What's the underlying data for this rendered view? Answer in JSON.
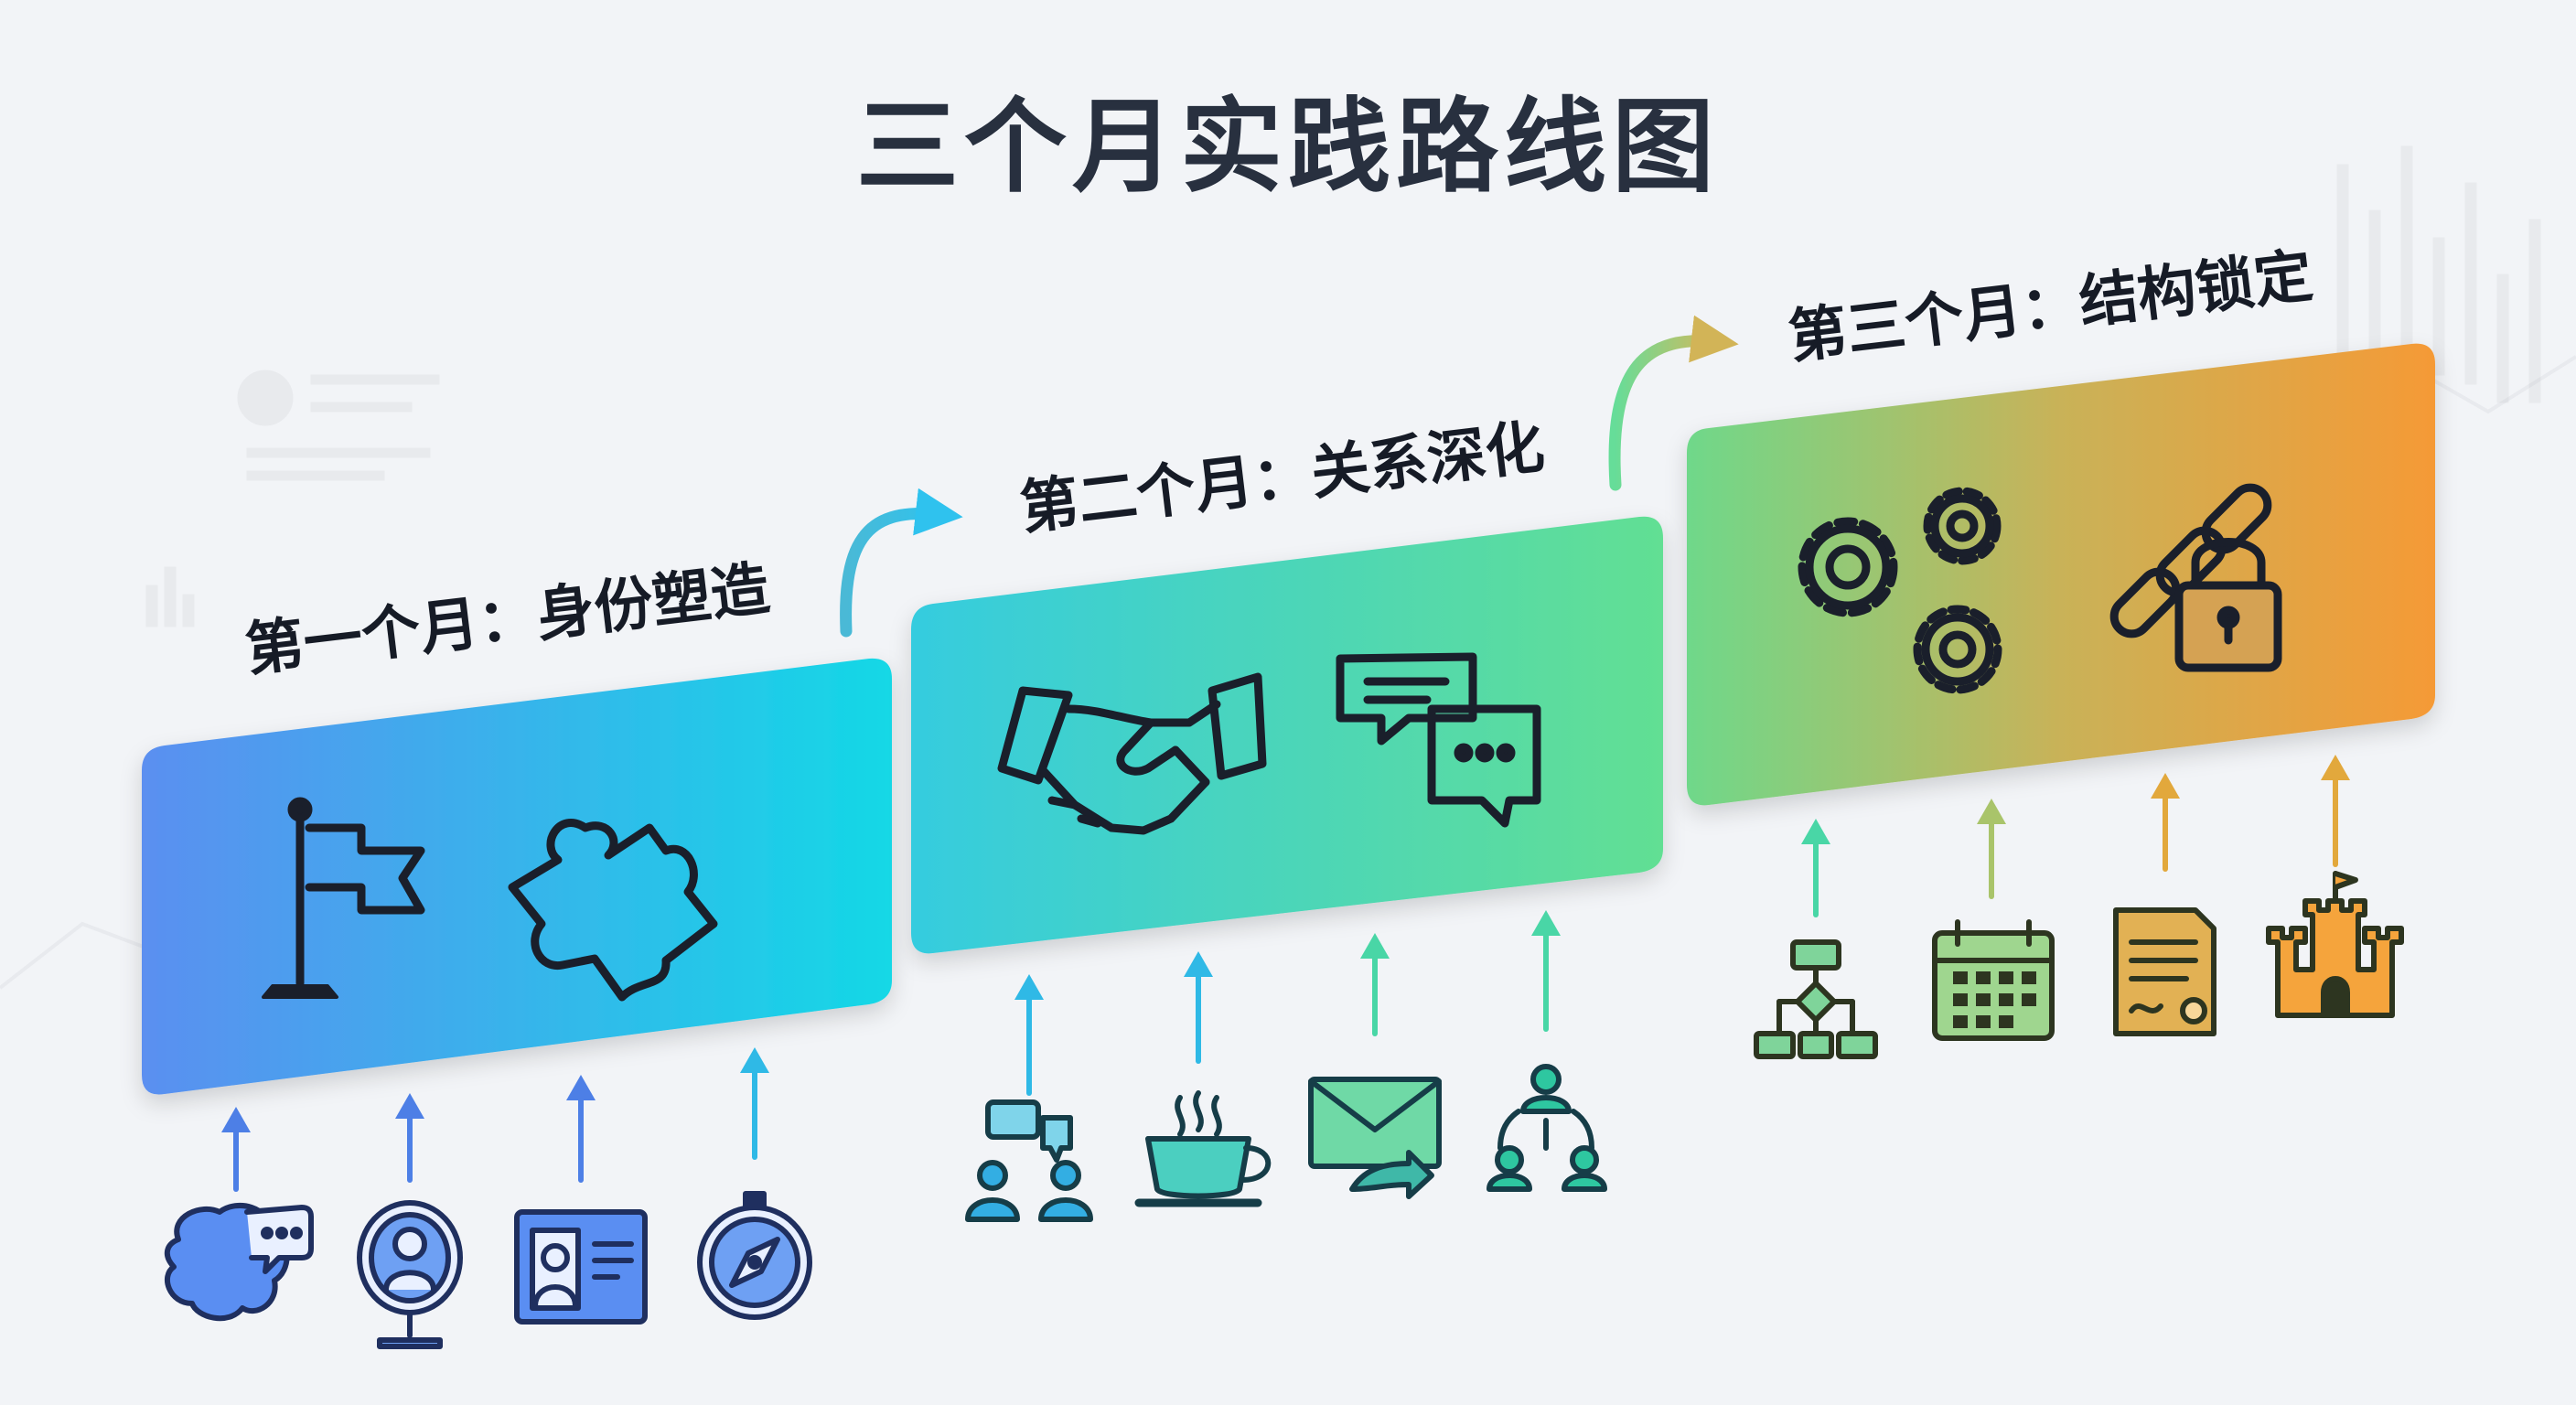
{
  "title": "三个月实践路线图",
  "stages": [
    {
      "label": "第一个月：身份塑造",
      "panel_icons": [
        "flag-icon",
        "puzzle-icon"
      ],
      "input_icons": [
        "brain-chat-icon",
        "mirror-icon",
        "id-card-icon",
        "compass-icon"
      ]
    },
    {
      "label": "第二个月：关系深化",
      "panel_icons": [
        "handshake-icon",
        "chat-bubbles-icon"
      ],
      "input_icons": [
        "group-chat-icon",
        "coffee-cup-icon",
        "email-forward-icon",
        "network-people-icon"
      ]
    },
    {
      "label": "第三个月：结构锁定",
      "panel_icons": [
        "gears-icon",
        "chain-lock-icon"
      ],
      "input_icons": [
        "flowchart-icon",
        "calendar-icon",
        "certificate-icon",
        "castle-icon"
      ]
    }
  ],
  "colors": {
    "stage1_gradient": [
      "#5b8ff0",
      "#14d8e6"
    ],
    "stage2_gradient": [
      "#35ccdf",
      "#62df93"
    ],
    "stage3_gradient": [
      "#6fd88a",
      "#f59a36"
    ],
    "icon_stroke": "#1a1f2b",
    "title_text": "#28303f"
  }
}
